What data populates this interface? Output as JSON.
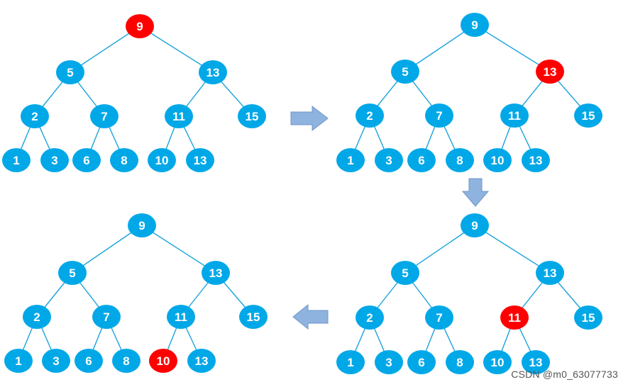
{
  "colors": {
    "node_fill": "#00a8e8",
    "highlight_fill": "#ff0000",
    "edge": "#1aa3dc",
    "arrow_fill": "#8fb3df",
    "arrow_stroke": "#6f95c6"
  },
  "trees": [
    {
      "id": "tree-top-left",
      "highlight": "9",
      "nodes": [
        {
          "id": "n9",
          "label": "9",
          "parent": null
        },
        {
          "id": "n5",
          "label": "5",
          "parent": "n9"
        },
        {
          "id": "n13",
          "label": "13",
          "parent": "n9"
        },
        {
          "id": "n2",
          "label": "2",
          "parent": "n5"
        },
        {
          "id": "n7",
          "label": "7",
          "parent": "n5"
        },
        {
          "id": "n11",
          "label": "11",
          "parent": "n13"
        },
        {
          "id": "n15",
          "label": "15",
          "parent": "n13"
        },
        {
          "id": "n1",
          "label": "1",
          "parent": "n2"
        },
        {
          "id": "n3",
          "label": "3",
          "parent": "n2"
        },
        {
          "id": "n6",
          "label": "6",
          "parent": "n7"
        },
        {
          "id": "n8",
          "label": "8",
          "parent": "n7"
        },
        {
          "id": "n10",
          "label": "10",
          "parent": "n11"
        },
        {
          "id": "n13b",
          "label": "13",
          "parent": "n11"
        }
      ]
    },
    {
      "id": "tree-top-right",
      "highlight": "13",
      "nodes": [
        {
          "id": "n9",
          "label": "9",
          "parent": null
        },
        {
          "id": "n5",
          "label": "5",
          "parent": "n9"
        },
        {
          "id": "n13",
          "label": "13",
          "parent": "n9"
        },
        {
          "id": "n2",
          "label": "2",
          "parent": "n5"
        },
        {
          "id": "n7",
          "label": "7",
          "parent": "n5"
        },
        {
          "id": "n11",
          "label": "11",
          "parent": "n13"
        },
        {
          "id": "n15",
          "label": "15",
          "parent": "n13"
        },
        {
          "id": "n1",
          "label": "1",
          "parent": "n2"
        },
        {
          "id": "n3",
          "label": "3",
          "parent": "n2"
        },
        {
          "id": "n6",
          "label": "6",
          "parent": "n7"
        },
        {
          "id": "n8",
          "label": "8",
          "parent": "n7"
        },
        {
          "id": "n10",
          "label": "10",
          "parent": "n11"
        },
        {
          "id": "n13b",
          "label": "13",
          "parent": "n11"
        }
      ]
    },
    {
      "id": "tree-bottom-right",
      "highlight": "11",
      "nodes": [
        {
          "id": "n9",
          "label": "9",
          "parent": null
        },
        {
          "id": "n5",
          "label": "5",
          "parent": "n9"
        },
        {
          "id": "n13",
          "label": "13",
          "parent": "n9"
        },
        {
          "id": "n2",
          "label": "2",
          "parent": "n5"
        },
        {
          "id": "n7",
          "label": "7",
          "parent": "n5"
        },
        {
          "id": "n11",
          "label": "11",
          "parent": "n13"
        },
        {
          "id": "n15",
          "label": "15",
          "parent": "n13"
        },
        {
          "id": "n1",
          "label": "1",
          "parent": "n2"
        },
        {
          "id": "n3",
          "label": "3",
          "parent": "n2"
        },
        {
          "id": "n6",
          "label": "6",
          "parent": "n7"
        },
        {
          "id": "n8",
          "label": "8",
          "parent": "n7"
        },
        {
          "id": "n10",
          "label": "10",
          "parent": "n11"
        },
        {
          "id": "n13b",
          "label": "13",
          "parent": "n11"
        }
      ]
    },
    {
      "id": "tree-bottom-left",
      "highlight": "10",
      "nodes": [
        {
          "id": "n9",
          "label": "9",
          "parent": null
        },
        {
          "id": "n5",
          "label": "5",
          "parent": "n9"
        },
        {
          "id": "n13",
          "label": "13",
          "parent": "n9"
        },
        {
          "id": "n2",
          "label": "2",
          "parent": "n5"
        },
        {
          "id": "n7",
          "label": "7",
          "parent": "n5"
        },
        {
          "id": "n11",
          "label": "11",
          "parent": "n13"
        },
        {
          "id": "n15",
          "label": "15",
          "parent": "n13"
        },
        {
          "id": "n1",
          "label": "1",
          "parent": "n2"
        },
        {
          "id": "n3",
          "label": "3",
          "parent": "n2"
        },
        {
          "id": "n6",
          "label": "6",
          "parent": "n7"
        },
        {
          "id": "n8",
          "label": "8",
          "parent": "n7"
        },
        {
          "id": "n10",
          "label": "10",
          "parent": "n11"
        },
        {
          "id": "n13b",
          "label": "13",
          "parent": "n11"
        }
      ]
    }
  ],
  "arrows": [
    {
      "id": "arrow-right",
      "direction": "right"
    },
    {
      "id": "arrow-down",
      "direction": "down"
    },
    {
      "id": "arrow-left",
      "direction": "left"
    }
  ],
  "watermark": "CSDN @m0_63077733"
}
